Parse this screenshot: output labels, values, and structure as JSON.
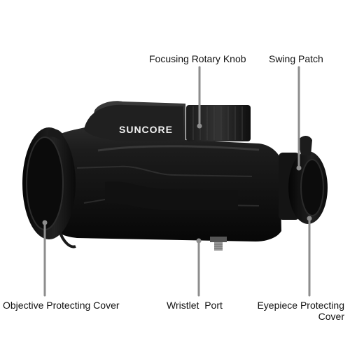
{
  "brand": {
    "text": "SUNCORE"
  },
  "callouts": {
    "focusing_knob": "Focusing Rotary Knob",
    "swing_patch": "Swing Patch",
    "objective_cover": "Objective Protecting Cover",
    "wristlet_port": "Wristlet  Port",
    "eyepiece_cover_line1": "Eyepiece Protecting",
    "eyepiece_cover_line2": "Cover"
  },
  "colors": {
    "body": "#161616",
    "leader_line": "#8d8d8d",
    "label_text": "#111111",
    "background": "#ffffff"
  }
}
